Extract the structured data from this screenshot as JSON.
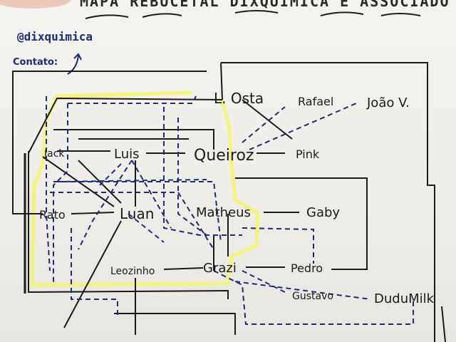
{
  "header": {
    "title": "MAPA REBUCETAL DIXQUÍMICA E ASSOCIADOS",
    "handle": "@dixquimica",
    "contact": "Contato:"
  },
  "nodes": {
    "costa": "L. Osta",
    "rafael": "Rafael",
    "joao": "João V.",
    "jack": "Jack",
    "luis": "Luis",
    "queiroz": "Queiroz",
    "pink": "Pink",
    "rato": "Rato",
    "luan": "Luan",
    "matheus": "Matheus",
    "gaby": "Gaby",
    "leozinho": "Leozinho",
    "grazi": "Grazi",
    "pedro": "Pedro",
    "gustavo": "Gustavo",
    "dudumilk": "DuduMilk"
  },
  "colors": {
    "ink": "#1a1a1a",
    "blue_ink": "#1f2a7a",
    "highlighter": "#f2f56b"
  }
}
